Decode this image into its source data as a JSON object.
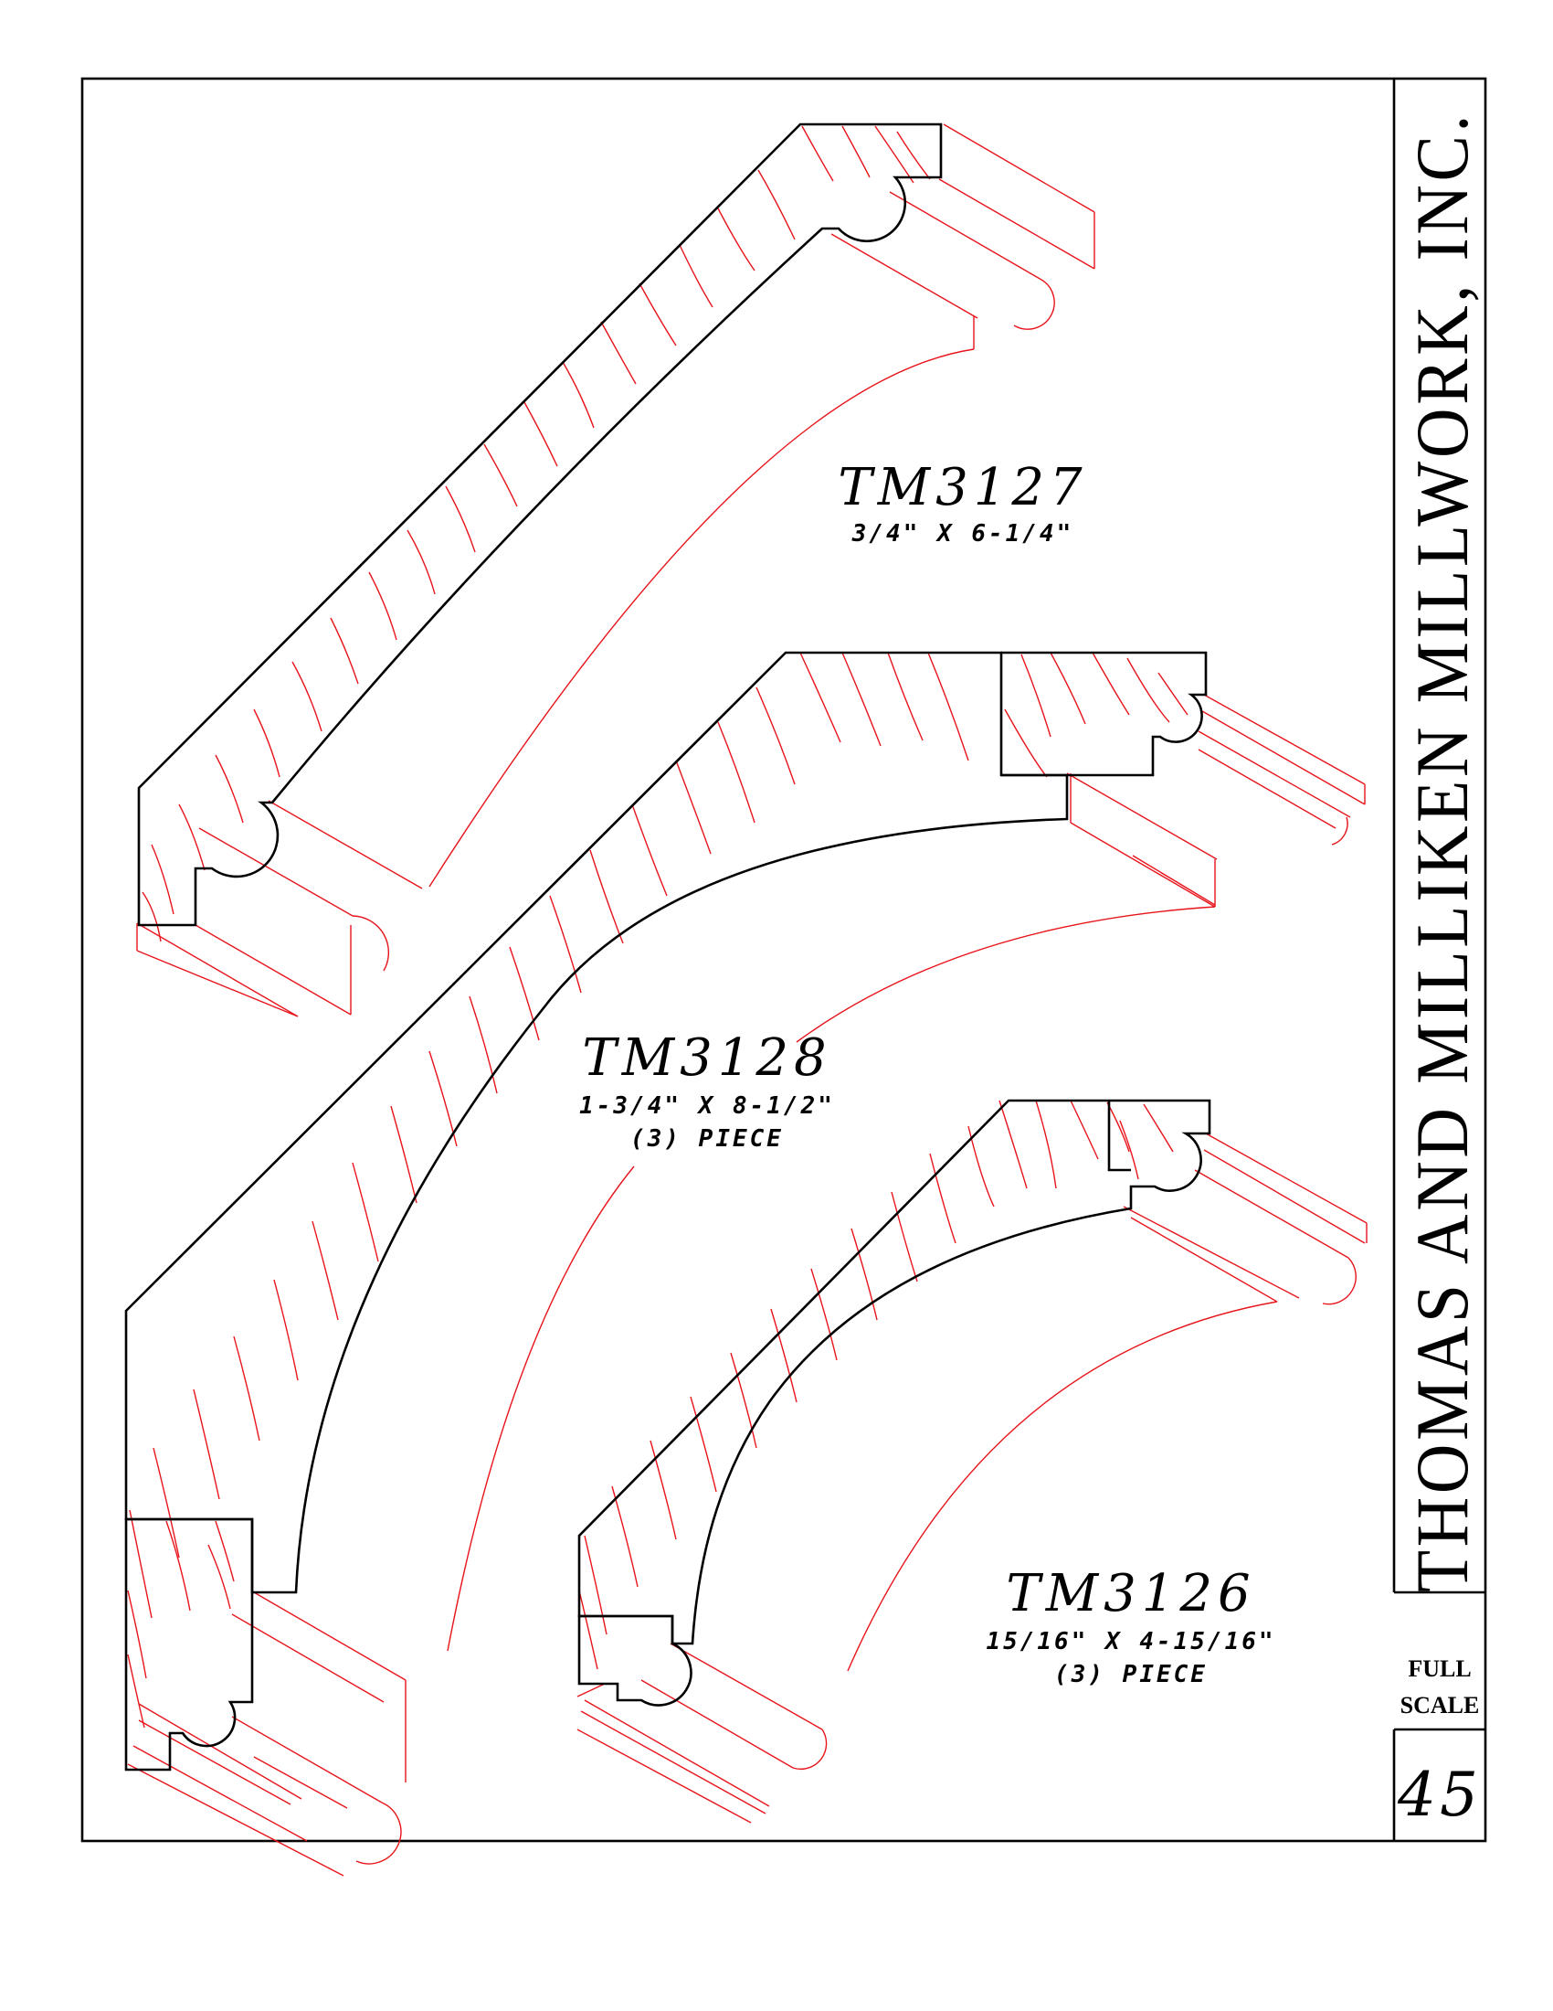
{
  "company_name": "THOMAS AND MILLIKEN MILLWORK, INC.",
  "scale_label_line1": "FULL",
  "scale_label_line2": "SCALE",
  "page_number": "45",
  "mouldings": [
    {
      "id": "TM3127",
      "dims": "3/4\"  X 6-1/4\"",
      "note": ""
    },
    {
      "id": "TM3128",
      "dims": "1-3/4\"  X 8-1/2\"",
      "note": "(3) PIECE"
    },
    {
      "id": "TM3126",
      "dims": "15/16\"  X 4-15/16\"",
      "note": "(3) PIECE"
    }
  ],
  "colors": {
    "outline": "#000000",
    "construction_lines": "#e8141b"
  }
}
